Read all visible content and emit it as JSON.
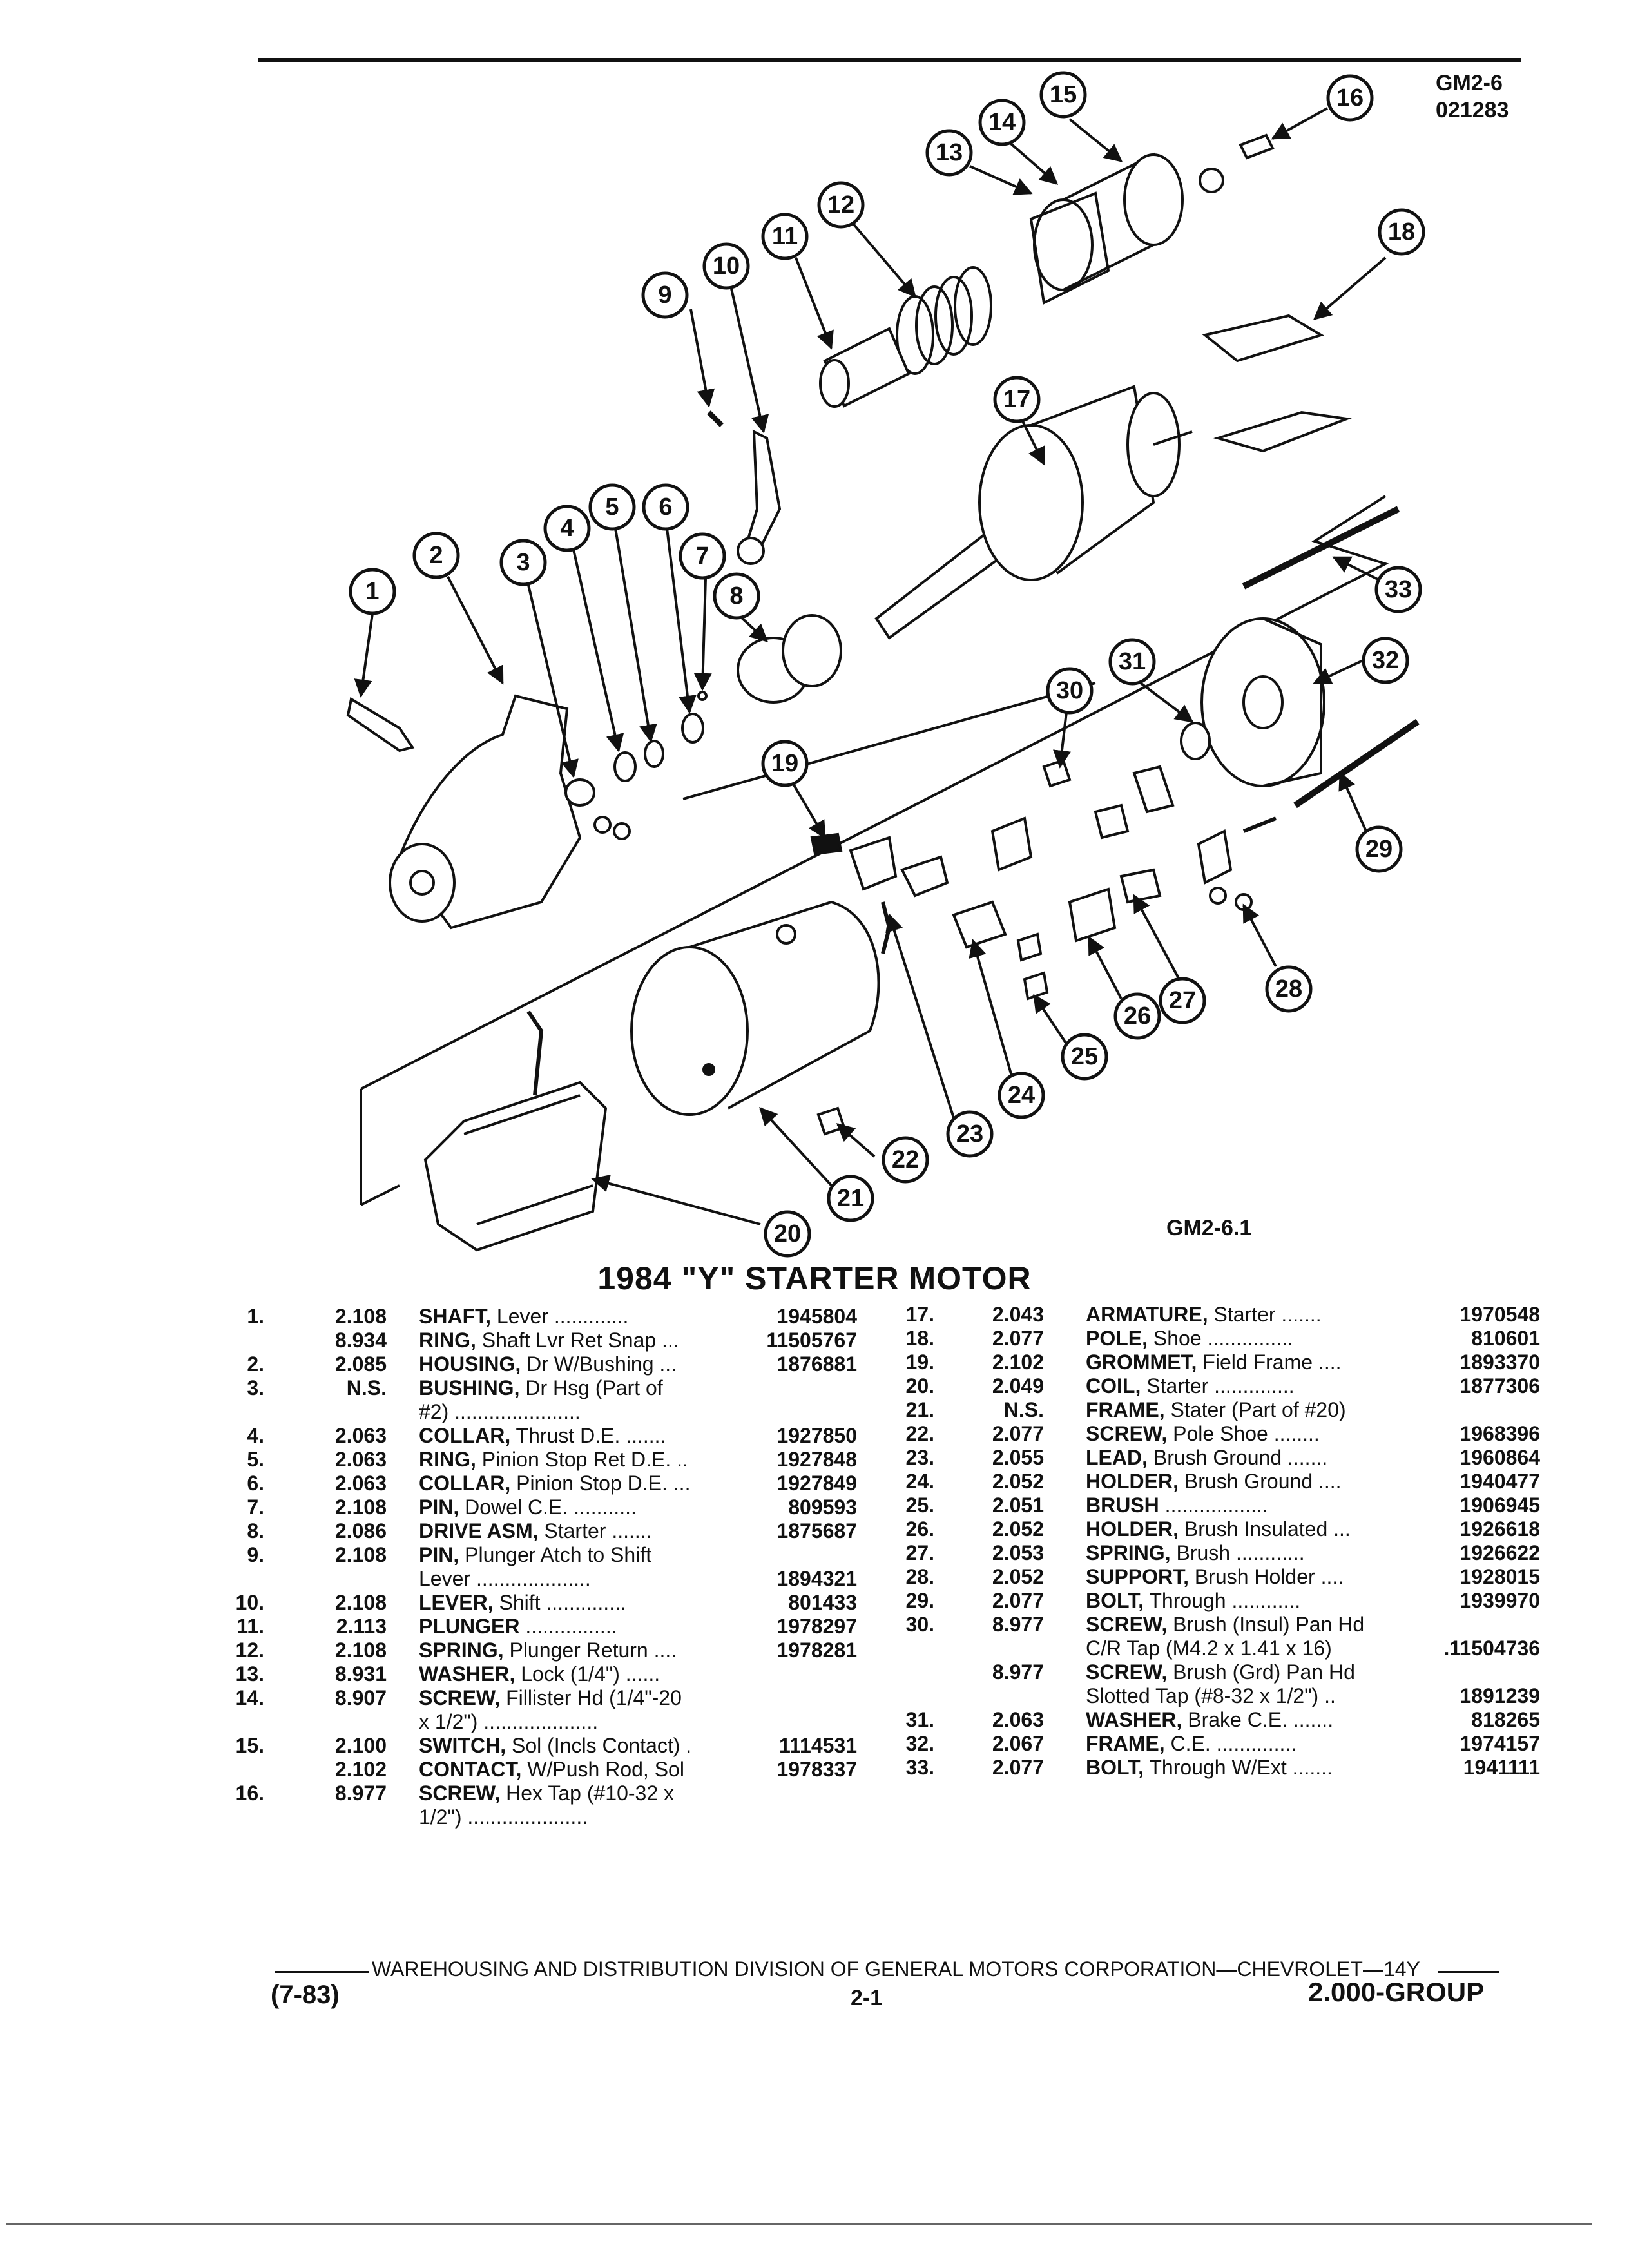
{
  "header": {
    "code_top": "GM2-6",
    "code_date": "021283"
  },
  "figure": {
    "label": "GM2-6.1"
  },
  "title": "1984 \"Y\" STARTER MOTOR",
  "callouts": [
    "1",
    "2",
    "3",
    "4",
    "5",
    "6",
    "7",
    "8",
    "9",
    "10",
    "11",
    "12",
    "13",
    "14",
    "15",
    "16",
    "17",
    "18",
    "19",
    "20",
    "21",
    "22",
    "23",
    "24",
    "25",
    "26",
    "27",
    "28",
    "29",
    "30",
    "31",
    "32",
    "33"
  ],
  "parts_left": [
    {
      "num": "1.",
      "grp": "2.108",
      "name": "SHAFT,",
      "desc": " Lever .............",
      "pn": "1945804"
    },
    {
      "num": "",
      "grp": "8.934",
      "name": "RING,",
      "desc": " Shaft Lvr Ret Snap ...",
      "pn": "11505767"
    },
    {
      "num": "2.",
      "grp": "2.085",
      "name": "HOUSING,",
      "desc": " Dr W/Bushing ...",
      "pn": "1876881"
    },
    {
      "num": "3.",
      "grp": "N.S.",
      "name": "BUSHING,",
      "desc": " Dr Hsg (Part of",
      "pn": ""
    },
    {
      "num": "",
      "grp": "",
      "name": "",
      "desc": "#2) ......................",
      "pn": ""
    },
    {
      "num": "4.",
      "grp": "2.063",
      "name": "COLLAR,",
      "desc": " Thrust D.E. .......",
      "pn": "1927850"
    },
    {
      "num": "5.",
      "grp": "2.063",
      "name": "RING,",
      "desc": " Pinion Stop Ret D.E. ..",
      "pn": "1927848"
    },
    {
      "num": "6.",
      "grp": "2.063",
      "name": "COLLAR,",
      "desc": " Pinion Stop D.E. ...",
      "pn": "1927849"
    },
    {
      "num": "7.",
      "grp": "2.108",
      "name": "PIN,",
      "desc": " Dowel C.E. ...........",
      "pn": "809593"
    },
    {
      "num": "8.",
      "grp": "2.086",
      "name": "DRIVE ASM,",
      "desc": " Starter .......",
      "pn": "1875687"
    },
    {
      "num": "9.",
      "grp": "2.108",
      "name": "PIN,",
      "desc": " Plunger Atch to Shift",
      "pn": ""
    },
    {
      "num": "",
      "grp": "",
      "name": "",
      "desc": "Lever ....................",
      "pn": "1894321"
    },
    {
      "num": "10.",
      "grp": "2.108",
      "name": "LEVER,",
      "desc": " Shift ..............",
      "pn": "801433"
    },
    {
      "num": "11.",
      "grp": "2.113",
      "name": "PLUNGER",
      "desc": " ................",
      "pn": "1978297"
    },
    {
      "num": "12.",
      "grp": "2.108",
      "name": "SPRING,",
      "desc": " Plunger Return ....",
      "pn": "1978281"
    },
    {
      "num": "13.",
      "grp": "8.931",
      "name": "WASHER,",
      "desc": " Lock (1/4\") ......",
      "pn": ""
    },
    {
      "num": "14.",
      "grp": "8.907",
      "name": "SCREW,",
      "desc": " Fillister Hd (1/4\"-20",
      "pn": ""
    },
    {
      "num": "",
      "grp": "",
      "name": "",
      "desc": "x 1/2\") ....................",
      "pn": ""
    },
    {
      "num": "15.",
      "grp": "2.100",
      "name": "SWITCH,",
      "desc": " Sol (Incls Contact) .",
      "pn": "1114531"
    },
    {
      "num": "",
      "grp": "2.102",
      "name": "CONTACT,",
      "desc": " W/Push Rod, Sol",
      "pn": "1978337"
    },
    {
      "num": "16.",
      "grp": "8.977",
      "name": "SCREW,",
      "desc": " Hex Tap (#10-32 x",
      "pn": ""
    },
    {
      "num": "",
      "grp": "",
      "name": "",
      "desc": "1/2\") .....................",
      "pn": ""
    }
  ],
  "parts_right": [
    {
      "num": "17.",
      "grp": "2.043",
      "name": "ARMATURE,",
      "desc": " Starter .......",
      "pn": "1970548"
    },
    {
      "num": "18.",
      "grp": "2.077",
      "name": "POLE,",
      "desc": " Shoe ...............",
      "pn": "810601"
    },
    {
      "num": "19.",
      "grp": "2.102",
      "name": "GROMMET,",
      "desc": " Field Frame ....",
      "pn": "1893370"
    },
    {
      "num": "20.",
      "grp": "2.049",
      "name": "COIL,",
      "desc": " Starter ..............",
      "pn": "1877306"
    },
    {
      "num": "21.",
      "grp": "N.S.",
      "name": "FRAME,",
      "desc": " Stater (Part of #20)",
      "pn": ""
    },
    {
      "num": "22.",
      "grp": "2.077",
      "name": "SCREW,",
      "desc": " Pole Shoe ........",
      "pn": "1968396"
    },
    {
      "num": "23.",
      "grp": "2.055",
      "name": "LEAD,",
      "desc": " Brush Ground .......",
      "pn": "1960864"
    },
    {
      "num": "24.",
      "grp": "2.052",
      "name": "HOLDER,",
      "desc": " Brush Ground ....",
      "pn": "1940477"
    },
    {
      "num": "25.",
      "grp": "2.051",
      "name": "BRUSH",
      "desc": " ..................",
      "pn": "1906945"
    },
    {
      "num": "26.",
      "grp": "2.052",
      "name": "HOLDER,",
      "desc": " Brush Insulated ...",
      "pn": "1926618"
    },
    {
      "num": "27.",
      "grp": "2.053",
      "name": "SPRING,",
      "desc": " Brush ............",
      "pn": "1926622"
    },
    {
      "num": "28.",
      "grp": "2.052",
      "name": "SUPPORT,",
      "desc": " Brush Holder ....",
      "pn": "1928015"
    },
    {
      "num": "29.",
      "grp": "2.077",
      "name": "BOLT,",
      "desc": " Through ............",
      "pn": "1939970"
    },
    {
      "num": "30.",
      "grp": "8.977",
      "name": "SCREW,",
      "desc": " Brush (Insul) Pan Hd",
      "pn": ""
    },
    {
      "num": "",
      "grp": "",
      "name": "",
      "desc": "C/R Tap (M4.2 x 1.41 x 16)",
      "pn": ".11504736"
    },
    {
      "num": "",
      "grp": "8.977",
      "name": "SCREW,",
      "desc": " Brush (Grd) Pan Hd",
      "pn": ""
    },
    {
      "num": "",
      "grp": "",
      "name": "",
      "desc": "Slotted Tap (#8-32 x 1/2\") ..",
      "pn": "1891239"
    },
    {
      "num": "31.",
      "grp": "2.063",
      "name": "WASHER,",
      "desc": " Brake C.E. .......",
      "pn": "818265"
    },
    {
      "num": "32.",
      "grp": "2.067",
      "name": "FRAME,",
      "desc": " C.E. ..............",
      "pn": "1974157"
    },
    {
      "num": "33.",
      "grp": "2.077",
      "name": "BOLT,",
      "desc": " Through W/Ext .......",
      "pn": "1941111"
    }
  ],
  "footer": {
    "division": "WAREHOUSING AND DISTRIBUTION  DIVISION OF GENERAL MOTORS CORPORATION—CHEVROLET—14Y",
    "date": "(7-83)",
    "page": "2-1",
    "group": "2.000-GROUP"
  }
}
